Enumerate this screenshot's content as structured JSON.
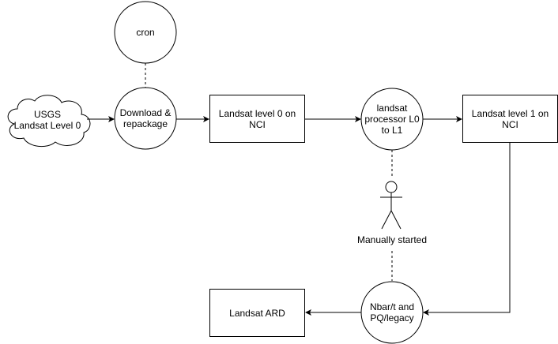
{
  "nodes": {
    "cron": "cron",
    "usgs": "USGS\nLandsat Level 0",
    "download": "Download &\nrepackage",
    "l0_nci": "Landsat level 0 on\nNCI",
    "processor": "landsat\nprocessor L0\nto L1",
    "l1_nci": "Landsat level 1 on\nNCI",
    "manual": "Manually started",
    "nbar": "Nbar/t and\nPQ/legacy",
    "ard": "Landsat ARD"
  }
}
